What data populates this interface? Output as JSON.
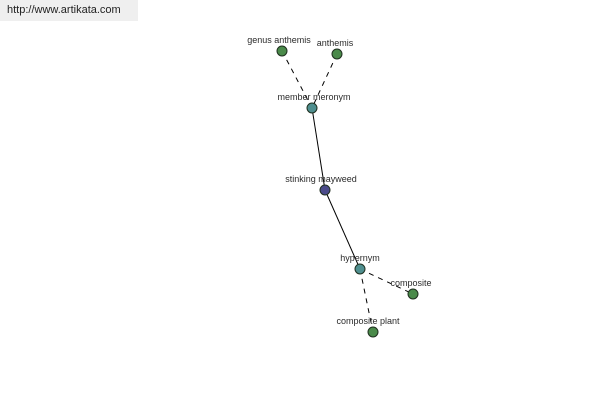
{
  "header": {
    "url": "http://www.artikata.com"
  },
  "diagram": {
    "colors": {
      "edge": "#000000",
      "node_green": "#4a8a4a",
      "node_teal": "#4f8f8f",
      "node_center": "#4a4a8a",
      "node_border": "#1f2f1f"
    },
    "nodes": [
      {
        "id": "genus-anthemis",
        "label": "genus anthemis",
        "color": "node_green"
      },
      {
        "id": "anthemis",
        "label": "anthemis",
        "color": "node_green"
      },
      {
        "id": "member-meronym",
        "label": "member meronym",
        "color": "node_teal"
      },
      {
        "id": "stinking-mayweed",
        "label": "stinking mayweed",
        "color": "node_center"
      },
      {
        "id": "hypernym",
        "label": "hypernym",
        "color": "node_teal"
      },
      {
        "id": "composite",
        "label": "composite",
        "color": "node_green"
      },
      {
        "id": "composite-plant",
        "label": "composite plant",
        "color": "node_green"
      }
    ],
    "edges": [
      {
        "from": "genus-anthemis",
        "to": "member-meronym",
        "style": "dashed"
      },
      {
        "from": "anthemis",
        "to": "member-meronym",
        "style": "dashed"
      },
      {
        "from": "member-meronym",
        "to": "stinking-mayweed",
        "style": "solid"
      },
      {
        "from": "stinking-mayweed",
        "to": "hypernym",
        "style": "solid"
      },
      {
        "from": "hypernym",
        "to": "composite",
        "style": "dashed"
      },
      {
        "from": "hypernym",
        "to": "composite-plant",
        "style": "dashed"
      }
    ]
  }
}
